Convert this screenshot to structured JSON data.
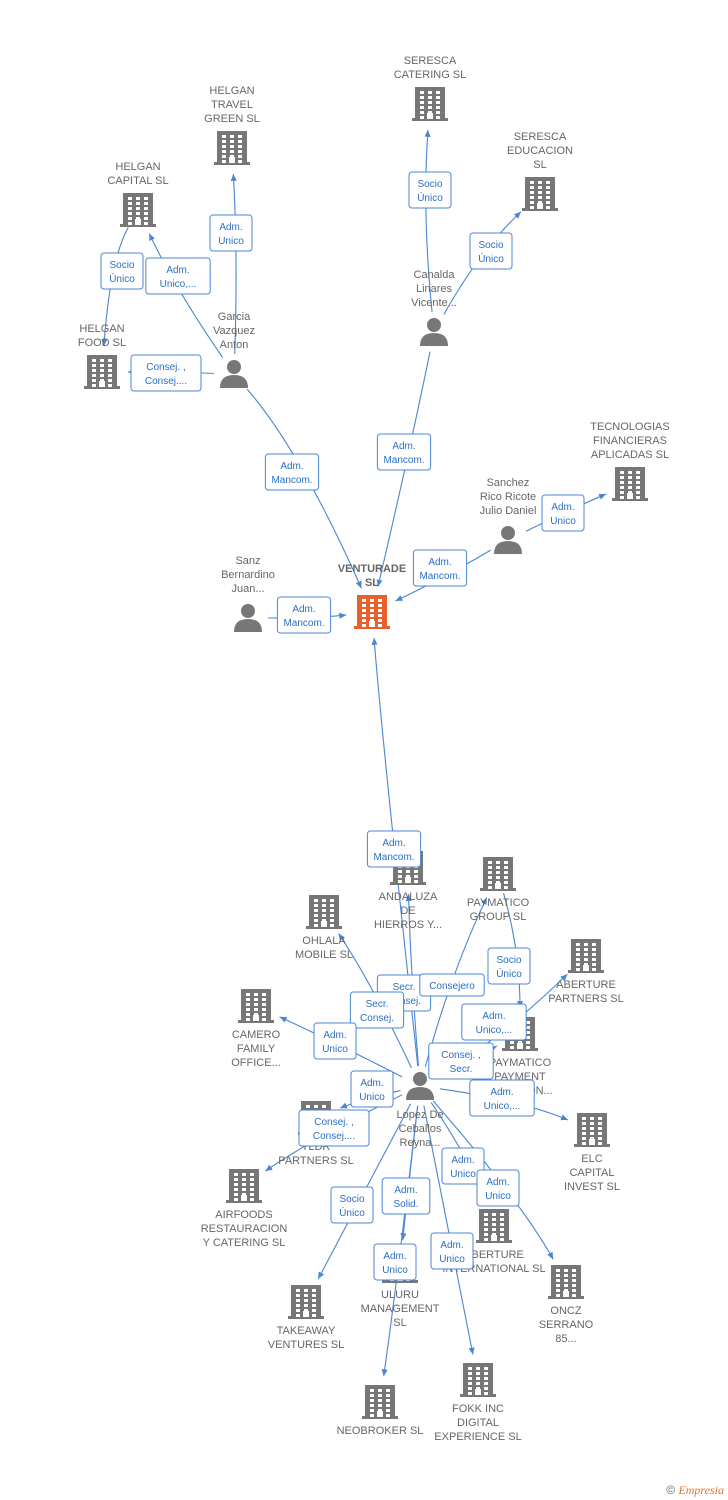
{
  "nodes": [
    {
      "id": "venturade",
      "type": "company",
      "central": true,
      "lines": [
        "VENTURADE",
        "SL"
      ]
    },
    {
      "id": "helgan_travel",
      "type": "company",
      "lines": [
        "HELGAN",
        "TRAVEL",
        "GREEN  SL"
      ]
    },
    {
      "id": "helgan_capital",
      "type": "company",
      "lines": [
        "HELGAN",
        "CAPITAL  SL"
      ]
    },
    {
      "id": "helgan_food",
      "type": "company",
      "lines": [
        "HELGAN",
        "FOOD  SL"
      ]
    },
    {
      "id": "garcia",
      "type": "person",
      "lines": [
        "Garcia",
        "Vazquez",
        "Anton"
      ]
    },
    {
      "id": "seresca_catering",
      "type": "company",
      "lines": [
        "SERESCA",
        "CATERING SL"
      ]
    },
    {
      "id": "seresca_educacion",
      "type": "company",
      "lines": [
        "SERESCA",
        "EDUCACION",
        "SL"
      ]
    },
    {
      "id": "canalda",
      "type": "person",
      "lines": [
        "Canalda",
        "Linares",
        "Vicente..."
      ]
    },
    {
      "id": "tecnologias",
      "type": "company",
      "lines": [
        "TECNOLOGIAS",
        "FINANCIERAS",
        "APLICADAS SL"
      ]
    },
    {
      "id": "sanchez",
      "type": "person",
      "lines": [
        "Sanchez",
        "Rico Ricote",
        "Julio Daniel"
      ]
    },
    {
      "id": "sanz",
      "type": "person",
      "lines": [
        "Sanz",
        "Bernardino",
        "Juan..."
      ]
    },
    {
      "id": "lopez",
      "type": "person",
      "lines": [
        "Lopez De",
        "Ceballos",
        "Reyna..."
      ]
    },
    {
      "id": "andaluza",
      "type": "company",
      "lines": [
        "ANDALUZA",
        "DE",
        "HIERROS Y..."
      ]
    },
    {
      "id": "paymatico_group",
      "type": "company",
      "lines": [
        "PAYMATICO",
        "GROUP  SL"
      ]
    },
    {
      "id": "ohlala",
      "type": "company",
      "lines": [
        "OHLALA",
        "MOBILE SL"
      ]
    },
    {
      "id": "aberture_partners",
      "type": "company",
      "lines": [
        "ABERTURE",
        "PARTNERS SL"
      ]
    },
    {
      "id": "camero",
      "type": "company",
      "lines": [
        "CAMERO",
        "FAMILY",
        "OFFICE..."
      ]
    },
    {
      "id": "paymatico_payment",
      "type": "company",
      "lines": [
        "PAYMATICO",
        "PAYMENT",
        "SOLUTION..."
      ]
    },
    {
      "id": "tldr",
      "type": "company",
      "lines": [
        "TLDR",
        "PARTNERS  SL"
      ]
    },
    {
      "id": "elc",
      "type": "company",
      "lines": [
        "ELC",
        "CAPITAL",
        "INVEST  SL"
      ]
    },
    {
      "id": "airfoods",
      "type": "company",
      "lines": [
        "AIRFOODS",
        "RESTAURACION",
        "Y CATERING SL"
      ]
    },
    {
      "id": "aberture_intl",
      "type": "company",
      "lines": [
        "ABERTURE",
        "INTERNATIONAL SL"
      ]
    },
    {
      "id": "oncz",
      "type": "company",
      "lines": [
        "ONCZ",
        "SERRANO",
        "85..."
      ]
    },
    {
      "id": "takeaway",
      "type": "company",
      "lines": [
        "TAKEAWAY",
        "VENTURES  SL"
      ]
    },
    {
      "id": "uluru",
      "type": "company",
      "lines": [
        "ULURU",
        "MANAGEMENT",
        "SL"
      ]
    },
    {
      "id": "neobroker",
      "type": "company",
      "lines": [
        "NEOBROKER SL"
      ]
    },
    {
      "id": "fokk",
      "type": "company",
      "lines": [
        "FOKK INC",
        "DIGITAL",
        "EXPERIENCE SL"
      ]
    }
  ],
  "edges": [
    {
      "from": "garcia",
      "to": "helgan_travel",
      "label": [
        "Adm.",
        "Unico"
      ]
    },
    {
      "from": "garcia",
      "to": "helgan_capital",
      "label": [
        "Adm.",
        "Unico,..."
      ]
    },
    {
      "from": "helgan_capital",
      "to": "helgan_food",
      "label": [
        "Socio",
        "Único"
      ]
    },
    {
      "from": "garcia",
      "to": "helgan_food",
      "label": [
        "Consej. ,",
        "Consej...."
      ]
    },
    {
      "from": "garcia",
      "to": "venturade",
      "label": [
        "Adm.",
        "Mancom."
      ]
    },
    {
      "from": "canalda",
      "to": "seresca_catering",
      "label": [
        "Socio",
        "Único"
      ]
    },
    {
      "from": "canalda",
      "to": "seresca_educacion",
      "label": [
        "Socio",
        "Único"
      ]
    },
    {
      "from": "canalda",
      "to": "venturade",
      "label": [
        "Adm.",
        "Mancom."
      ]
    },
    {
      "from": "sanchez",
      "to": "tecnologias",
      "label": [
        "Adm.",
        "Unico"
      ]
    },
    {
      "from": "sanchez",
      "to": "venturade",
      "label": [
        "Adm.",
        "Mancom."
      ]
    },
    {
      "from": "sanz",
      "to": "venturade",
      "label": [
        "Adm.",
        "Mancom."
      ]
    },
    {
      "from": "lopez",
      "to": "venturade",
      "label": [
        "Adm.",
        "Mancom."
      ]
    },
    {
      "from": "lopez",
      "to": "andaluza",
      "label": [
        "Secr.",
        "Consej."
      ]
    },
    {
      "from": "lopez",
      "to": "paymatico_group",
      "label": [
        "Consejero"
      ]
    },
    {
      "from": "lopez",
      "to": "ohlala",
      "label": [
        "Secr.",
        "Consej."
      ]
    },
    {
      "from": "paymatico_group",
      "to": "paymatico_payment",
      "label": [
        "Socio",
        "Único"
      ]
    },
    {
      "from": "lopez",
      "to": "aberture_partners",
      "label": [
        "Adm.",
        "Unico,..."
      ]
    },
    {
      "from": "lopez",
      "to": "camero",
      "label": [
        "Adm.",
        "Unico"
      ]
    },
    {
      "from": "lopez",
      "to": "paymatico_payment",
      "label": [
        "Consej. ,",
        "Secr."
      ]
    },
    {
      "from": "lopez",
      "to": "tldr",
      "label": [
        "Adm.",
        "Unico"
      ]
    },
    {
      "from": "lopez",
      "to": "airfoods",
      "label": [
        "Consej. ,",
        "Consej...."
      ]
    },
    {
      "from": "lopez",
      "to": "elc",
      "label": [
        "Adm.",
        "Unico,..."
      ]
    },
    {
      "from": "lopez",
      "to": "aberture_intl",
      "label": [
        "Adm.",
        "Unico"
      ]
    },
    {
      "from": "lopez",
      "to": "oncz",
      "label": [
        "Adm.",
        "Unico"
      ]
    },
    {
      "from": "lopez",
      "to": "takeaway",
      "label": [
        "Socio",
        "Único"
      ]
    },
    {
      "from": "lopez",
      "to": "uluru",
      "label": [
        "Adm.",
        "Solid."
      ]
    },
    {
      "from": "lopez",
      "to": "neobroker",
      "label": [
        "Adm.",
        "Unico"
      ]
    },
    {
      "from": "lopez",
      "to": "fokk",
      "label": [
        "Adm.",
        "Unico"
      ]
    }
  ],
  "colors": {
    "edge": "#4a86d4",
    "icon": "#777777",
    "central_icon": "#e8602c",
    "label": "#666666"
  },
  "footer": {
    "symbol": "©",
    "brand": "Empresia"
  }
}
